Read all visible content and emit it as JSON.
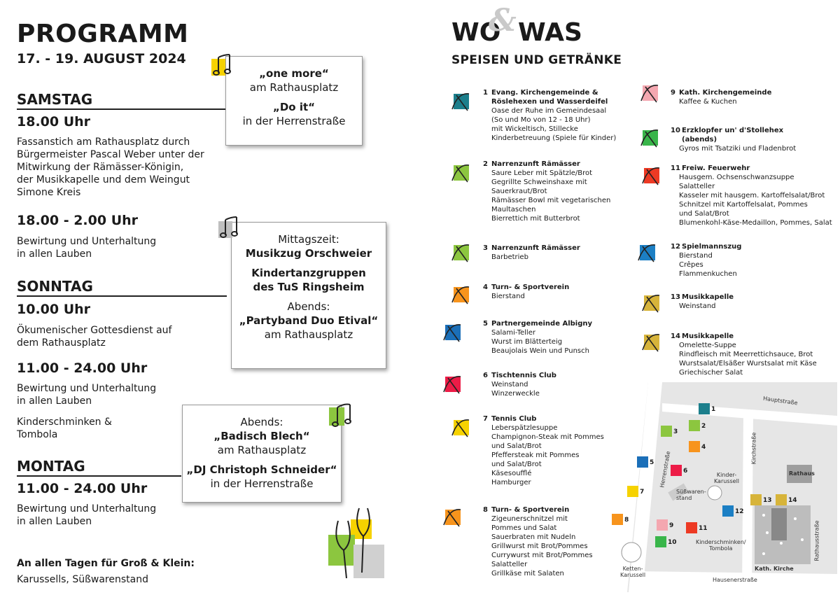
{
  "programm": {
    "title": "PROGRAMM",
    "date": "17. - 19. AUGUST 2024",
    "samstag": {
      "day": "SAMSTAG",
      "events": [
        {
          "time": "18.00 Uhr",
          "lines": [
            "Fassanstich am Rathausplatz durch",
            "Bürgermeister Pascal Weber unter der",
            "Mitwirkung der Rämässer-Königin,",
            "der Musikkapelle und dem Weingut",
            "Simone Kreis"
          ]
        },
        {
          "time": "18.00 - 2.00 Uhr",
          "lines": [
            "Bewirtung und Unterhaltung",
            "in allen Lauben"
          ]
        }
      ]
    },
    "sonntag": {
      "day": "SONNTAG",
      "events": [
        {
          "time": "10.00 Uhr",
          "lines": [
            "Ökumenischer Gottesdienst auf",
            "dem Rathausplatz"
          ]
        },
        {
          "time": "11.00 - 24.00 Uhr",
          "lines": [
            "Bewirtung und Unterhaltung",
            "in allen Lauben"
          ]
        },
        {
          "time": "",
          "lines": [
            "Kinderschminken &",
            "Tombola"
          ]
        }
      ]
    },
    "montag": {
      "day": "MONTAG",
      "events": [
        {
          "time": "11.00 - 24.00 Uhr",
          "lines": [
            "Bewirtung und Unterhaltung",
            "in allen Lauben"
          ]
        }
      ]
    },
    "footer": {
      "heading": "An allen Tagen für Groß & Klein:",
      "text": "Karussells, Süßwarenstand"
    }
  },
  "boxes": {
    "box1": {
      "a_bold": "„one more“",
      "a": "am Rathausplatz",
      "b_bold": "„Do it“",
      "b": "in der Herrenstraße"
    },
    "box2": {
      "a": "Mittagszeit:",
      "b_bold": "Musikzug Orschweier",
      "c_bold": "Kindertanzgruppen",
      "c2_bold": "des TuS Ringsheim",
      "d": "Abends:",
      "e_bold": "„Partyband Duo Etival“",
      "e": "am Rathausplatz"
    },
    "box3": {
      "a": "Abends:",
      "b_bold": "„Badisch Blech“",
      "b": "am Rathausplatz",
      "c_bold": "„DJ Christoph Schneider“",
      "c": "in der Herrenstraße"
    }
  },
  "wowas": {
    "wo": "WO",
    "amp": "&",
    "was": "WAS",
    "subtitle": "SPEISEN UND GETRÄNKE",
    "items": [
      {
        "num": "1",
        "name": [
          "Evang. Kirchengemeinde &",
          "Röslehexen und Wasserdeifel"
        ],
        "lines": [
          "Oase der Ruhe im Gemeindesaal",
          "(So und Mo von 12 - 18 Uhr)",
          "mit Wickeltisch, Stillecke",
          "Kinderbetreuung (Spiele für Kinder)"
        ],
        "icon": "cross-icon",
        "color": "#1c7f8c"
      },
      {
        "num": "2",
        "name": [
          "Narrenzunft Rämässer"
        ],
        "lines": [
          "Saure Leber mit Spätzle/Brot",
          "Gegrillte Schweinshaxe mit",
          "Sauerkraut/Brot",
          "Rämässer Bowl mit vegetarischen",
          "Maultaschen",
          "Bierrettich mit Butterbrot"
        ],
        "icon": "jester-hat-icon",
        "color": "#8cc63f"
      },
      {
        "num": "3",
        "name": [
          "Narrenzunft Rämässer"
        ],
        "lines": [
          "Barbetrieb"
        ],
        "icon": "glass-icon",
        "color": "#8cc63f"
      },
      {
        "num": "4",
        "name": [
          "Turn- & Sportverein"
        ],
        "lines": [
          "Bierstand"
        ],
        "icon": "beer-mug-icon",
        "color": "#f7941d"
      },
      {
        "num": "5",
        "name": [
          "Partnergemeinde Albigny"
        ],
        "lines": [
          "Salami-Teller",
          "Wurst im Blätterteig",
          "Beaujolais Wein und Punsch"
        ],
        "icon": "beret-icon",
        "color": "#1b6fb8"
      },
      {
        "num": "6",
        "name": [
          "Tischtennis Club"
        ],
        "lines": [
          "Weinstand",
          "Winzerweckle"
        ],
        "icon": "paddle-icon",
        "color": "#ed1c47"
      },
      {
        "num": "7",
        "name": [
          "Tennis Club"
        ],
        "lines": [
          "Leberspätzlesuppe",
          "Champignon-Steak mit Pommes",
          "und Salat/Brot",
          "Pfeffersteak mit Pommes",
          "und Salat/Brot",
          "Käsesoufflé",
          "Hamburger"
        ],
        "icon": "tennis-ball-icon",
        "color": "#f6d200"
      },
      {
        "num": "8",
        "name": [
          "Turn- & Sportverein"
        ],
        "lines": [
          "Zigeunerschnitzel mit",
          "Pommes und Salat",
          "Sauerbraten mit Nudeln",
          "Grillwurst mit Brot/Pommes",
          "Currywurst mit Brot/Pommes",
          "Salatteller",
          "Grillkäse mit Salaten"
        ],
        "icon": "spiral-icon",
        "color": "#f7941d"
      },
      {
        "num": "9",
        "name": [
          "Kath. Kirchengemeinde"
        ],
        "lines": [
          "Kaffee & Kuchen"
        ],
        "icon": "church-icon",
        "color": "#f4a7b0"
      },
      {
        "num": "10",
        "name": [
          "Erzklopfer un' d'Stollehex",
          "(abends)"
        ],
        "lines": [
          "Gyros mit Tsatziki und Fladenbrot"
        ],
        "icon": "witch-hat-icon",
        "color": "#39b54a"
      },
      {
        "num": "11",
        "name": [
          "Freiw. Feuerwehr"
        ],
        "lines": [
          "Hausgem. Ochsenschwanzsuppe",
          "Salatteller",
          "Kasseler mit hausgem. Kartoffelsalat/Brot",
          "Schnitzel mit Kartoffelsalat, Pommes",
          "und Salat/Brot",
          "Blumenkohl-Käse-Medaillon, Pommes, Salat"
        ],
        "icon": "helmet-icon",
        "color": "#ed3a24"
      },
      {
        "num": "12",
        "name": [
          "Spielmannszug"
        ],
        "lines": [
          "Bierstand",
          "Crêpes",
          "Flammenkuchen"
        ],
        "icon": "drum-icon",
        "color": "#1c7fc4"
      },
      {
        "num": "13",
        "name": [
          "Musikkapelle"
        ],
        "lines": [
          "Weinstand"
        ],
        "icon": "wine-glass-icon",
        "color": "#d7b43a"
      },
      {
        "num": "14",
        "name": [
          "Musikkapelle"
        ],
        "lines": [
          "Omelette-Suppe",
          "Rindfleisch mit Meerrettichsauce, Brot",
          "Wurstsalat/Elsäßer Wurstsalat mit Käse",
          "Griechischer Salat"
        ],
        "icon": "horn-icon",
        "color": "#d7b43a"
      }
    ]
  },
  "map": {
    "streets": {
      "haupt": "Hauptstraße",
      "herren": "Herrenstraße",
      "kirch": "Kirchstraße",
      "rathaus_str": "Rathausstraße",
      "hausener": "Hausenerstraße"
    },
    "labels": {
      "kinder_karussell": "Kinder-\nKarussell",
      "suess": "Süßwaren-\nstand",
      "rathaus": "Rathaus",
      "schminken": "Kinderschminken/\nTombola",
      "kirche": "Kath. Kirche",
      "ketten": "Ketten-\nKarussell"
    }
  }
}
